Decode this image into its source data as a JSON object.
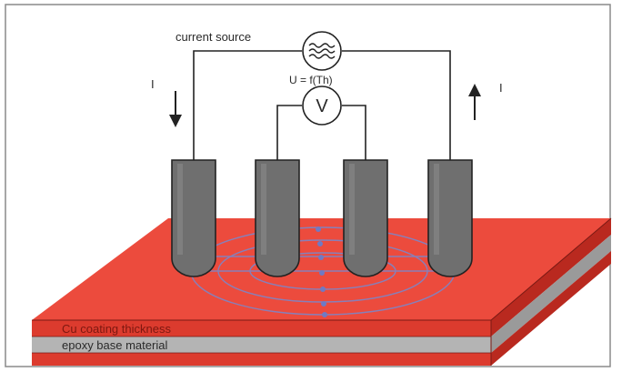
{
  "labels": {
    "current_source": "current source",
    "current_left": "I",
    "current_right": "I",
    "voltage_formula": "U = f(Th)",
    "voltmeter_symbol": "V",
    "current_source_symbol": "≈",
    "cu_layer": "Cu coating thickness",
    "epoxy_layer": "epoxy base material"
  },
  "colors": {
    "copper_top": "#ec4b3d",
    "copper_front": "#dc3b2e",
    "copper_side": "#b9291f",
    "epoxy": "#b4b4b4",
    "probe": "#6f6f6f",
    "wire": "#222222",
    "field": "#7c86c8"
  },
  "icons": {
    "current_source": "ac-source-icon",
    "voltmeter": "voltmeter-icon",
    "arrow_down": "arrow-down-icon",
    "arrow_up": "arrow-up-icon"
  }
}
